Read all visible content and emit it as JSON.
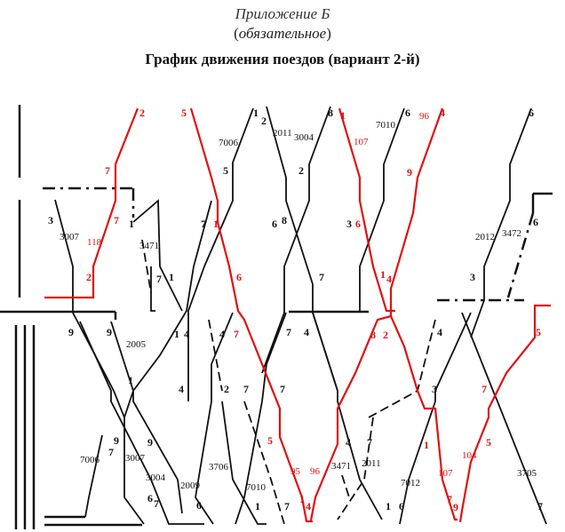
{
  "header": {
    "appendix": "Приложение Б",
    "mandatory_open": "(",
    "mandatory_text": "обязательное",
    "mandatory_close": ")",
    "title": "График движения поездов (вариант 2-й)"
  },
  "colors": {
    "freight": "#111111",
    "passenger": "#e01010"
  },
  "labels": {
    "n2a": "2",
    "n5a": "5",
    "n1a": "1",
    "n2b": "2",
    "n8a": "8",
    "n1r": "1",
    "n6a": "6",
    "n4r": "4",
    "n6b": "6",
    "t7006": "7006",
    "t2011": "2011",
    "t3004": "3004",
    "t7010": "7010",
    "t107a": "107",
    "t96a": "96",
    "n7a": "7",
    "n5b": "5",
    "n2c": "2",
    "n9a": "9",
    "n3a": "3",
    "n7b": "7",
    "n1b": "1",
    "n7c": "7",
    "n1c": "1",
    "n6c": "6",
    "n8b": "8",
    "n3b": "3",
    "n6d": "6",
    "n6e": "6",
    "t3007": "3007",
    "t118": "118",
    "t3471a": "3471",
    "t2012": "2012",
    "t3472": "3472",
    "n2d": "2",
    "n7d": "7",
    "n1d": "1",
    "n6f": "6",
    "n7e": "7",
    "n1e": "1",
    "n4a": "4",
    "n3c": "3",
    "n9b": "9",
    "n9c": "9",
    "t2005": "2005",
    "n1f": "1",
    "n4b": "4",
    "n4c": "4",
    "n7f": "7",
    "n7g": "7",
    "n4d": "4",
    "n8c": "8",
    "n2e": "2",
    "n4e": "4",
    "n5c": "5",
    "n1g": "1",
    "n4f": "4",
    "n2f": "2",
    "n7h": "7",
    "n7i": "7",
    "n3d": "3",
    "n7j": "7",
    "n9d": "9",
    "n7k": "7",
    "n9e": "9",
    "n5d": "5",
    "n4g": "4",
    "n7l": "7",
    "n1h": "1",
    "n5e": "5",
    "t7006b": "7006",
    "t3007b": "3007",
    "t3004b": "3004",
    "t2009": "2009",
    "t3706": "3706",
    "t7010b": "7010",
    "t95": "95",
    "t96b": "96",
    "t3471b": "3471",
    "t2011b": "2011",
    "t7012": "7012",
    "t107b": "107",
    "t104": "104",
    "t3705": "3705",
    "n6g": "6",
    "n7m": "7",
    "n6h": "6",
    "n1i": "1",
    "n7n": "7",
    "n1j": "1",
    "n4h": "4",
    "n1k": "1",
    "n6i": "6",
    "n7o": "7",
    "n9f": "9",
    "n7p": "7"
  }
}
